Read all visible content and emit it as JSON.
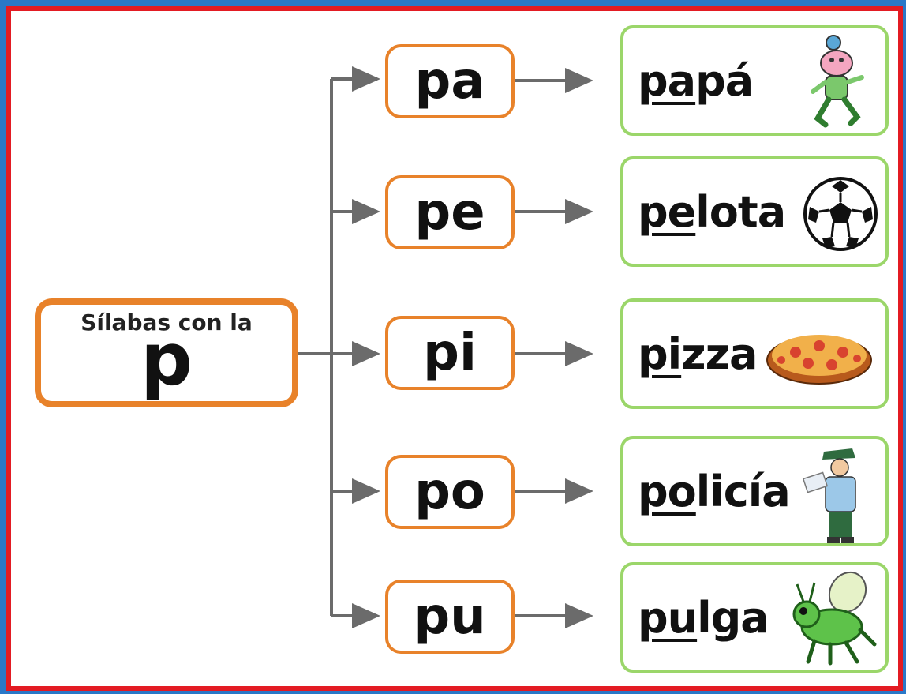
{
  "root": {
    "label": "Sílabas con la",
    "letter": "p"
  },
  "rows": [
    {
      "syllable": "pa",
      "word_underlined": "pa",
      "word_rest": "pá",
      "picture": "papa-icon"
    },
    {
      "syllable": "pe",
      "word_underlined": "pe",
      "word_rest": "lota",
      "picture": "soccer-ball-icon"
    },
    {
      "syllable": "pi",
      "word_underlined": "pi",
      "word_rest": "zza",
      "picture": "pizza-icon"
    },
    {
      "syllable": "po",
      "word_underlined": "po",
      "word_rest": "licía",
      "picture": "police-officer-icon"
    },
    {
      "syllable": "pu",
      "word_underlined": "pu",
      "word_rest": "lga",
      "picture": "flea-icon"
    }
  ],
  "colors": {
    "border": "#e31b23",
    "background": "#2a78c8",
    "syllable_box": "#e8822a",
    "word_box": "#9bd66a",
    "arrow": "#6b6b6b"
  }
}
